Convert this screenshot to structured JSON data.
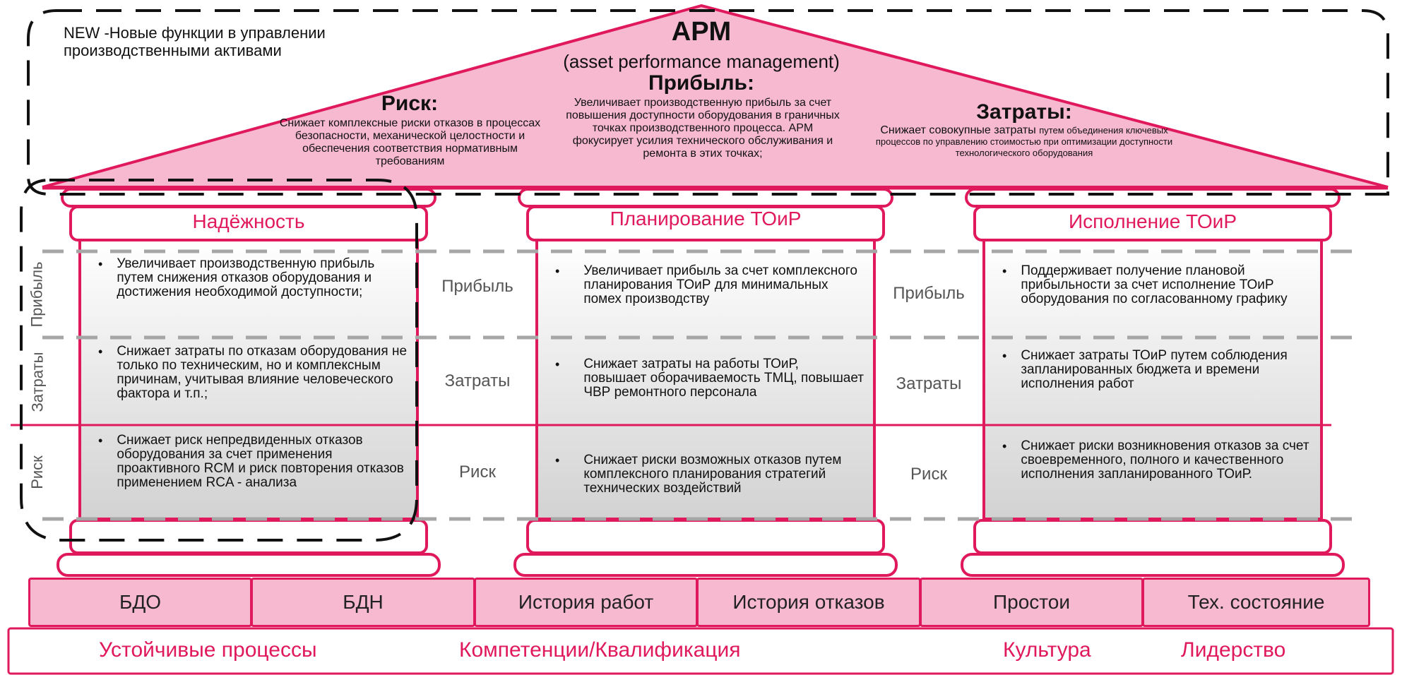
{
  "header": {
    "new_label": "NEW -Новые функции в управлении производственными активами",
    "apm_title": "APM",
    "apm_subtitle": "(asset performance management)",
    "profit": {
      "title": "Прибыль:",
      "text": "Увеличивает производственную прибыль за счет повышения доступности оборудования в граничных точках производственного процесса. APM фокусирует усилия технического обслуживания и ремонта в этих точках;"
    },
    "risk": {
      "title": "Риск:",
      "text": "Снижает комплексные риски отказов в процессах безопасности, механической целостности и обеспечения соответствия нормативным требованиям"
    },
    "cost": {
      "title": "Затраты:",
      "text_main": "Снижает совокупные затраты",
      "text_small": "путем объединения ключевых процессов по управлению стоимостью при оптимизации доступности технологического оборудования"
    }
  },
  "columns": [
    {
      "title": "Надёжность",
      "profit": "Увеличивает производственную прибыль путем снижения отказов оборудования и достижения необходимой доступности;",
      "cost": "Снижает затраты по отказам оборудования не только по техническим, но и комплексным причинам, учитывая влияние человеческого фактора и т.п.;",
      "risk": "Снижает риск непредвиденных отказов оборудования за счет применения проактивного RCM и риск повторения отказов применением RCA - анализа"
    },
    {
      "title": "Планирование ТОиР",
      "profit": "Увеличивает прибыль за счет комплексного планирования ТОиР для минимальных помех производству",
      "cost": "Снижает  затраты на работы ТОиР, повышает оборачиваемость ТМЦ, повышает ЧВР ремонтного персонала",
      "risk": "Снижает риски возможных отказов путем комплексного планирования стратегий технических воздействий"
    },
    {
      "title": "Исполнение ТОиР",
      "profit": "Поддерживает получение плановой прибыльности за счет исполнение ТОиР оборудования по согласованному графику",
      "cost": "Снижает затраты ТОиР путем соблюдения  запланированных бюджета и времени исполнения работ",
      "risk": "Снижает риски возникновения отказов за счет своевременного, полного и качественного исполнения запланированного ТОиР."
    }
  ],
  "bullet": "•",
  "row_labels": {
    "profit": "Прибыль",
    "cost": "Затраты",
    "risk": "Риск"
  },
  "side_labels": {
    "profit": "Прибыль",
    "cost": "Затраты",
    "risk": "Риск"
  },
  "foundation": [
    "БДО",
    "БДН",
    "История работ",
    "История отказов",
    "Простои",
    "Тех. состояние"
  ],
  "base": [
    "Устойчивые процессы",
    "Компетенции/Квалификация",
    "Культура",
    "Лидерство"
  ],
  "colors": {
    "accent": "#e0195d",
    "roof_fill": "#f7b9d0",
    "dash_line": "#a6a6a6"
  }
}
